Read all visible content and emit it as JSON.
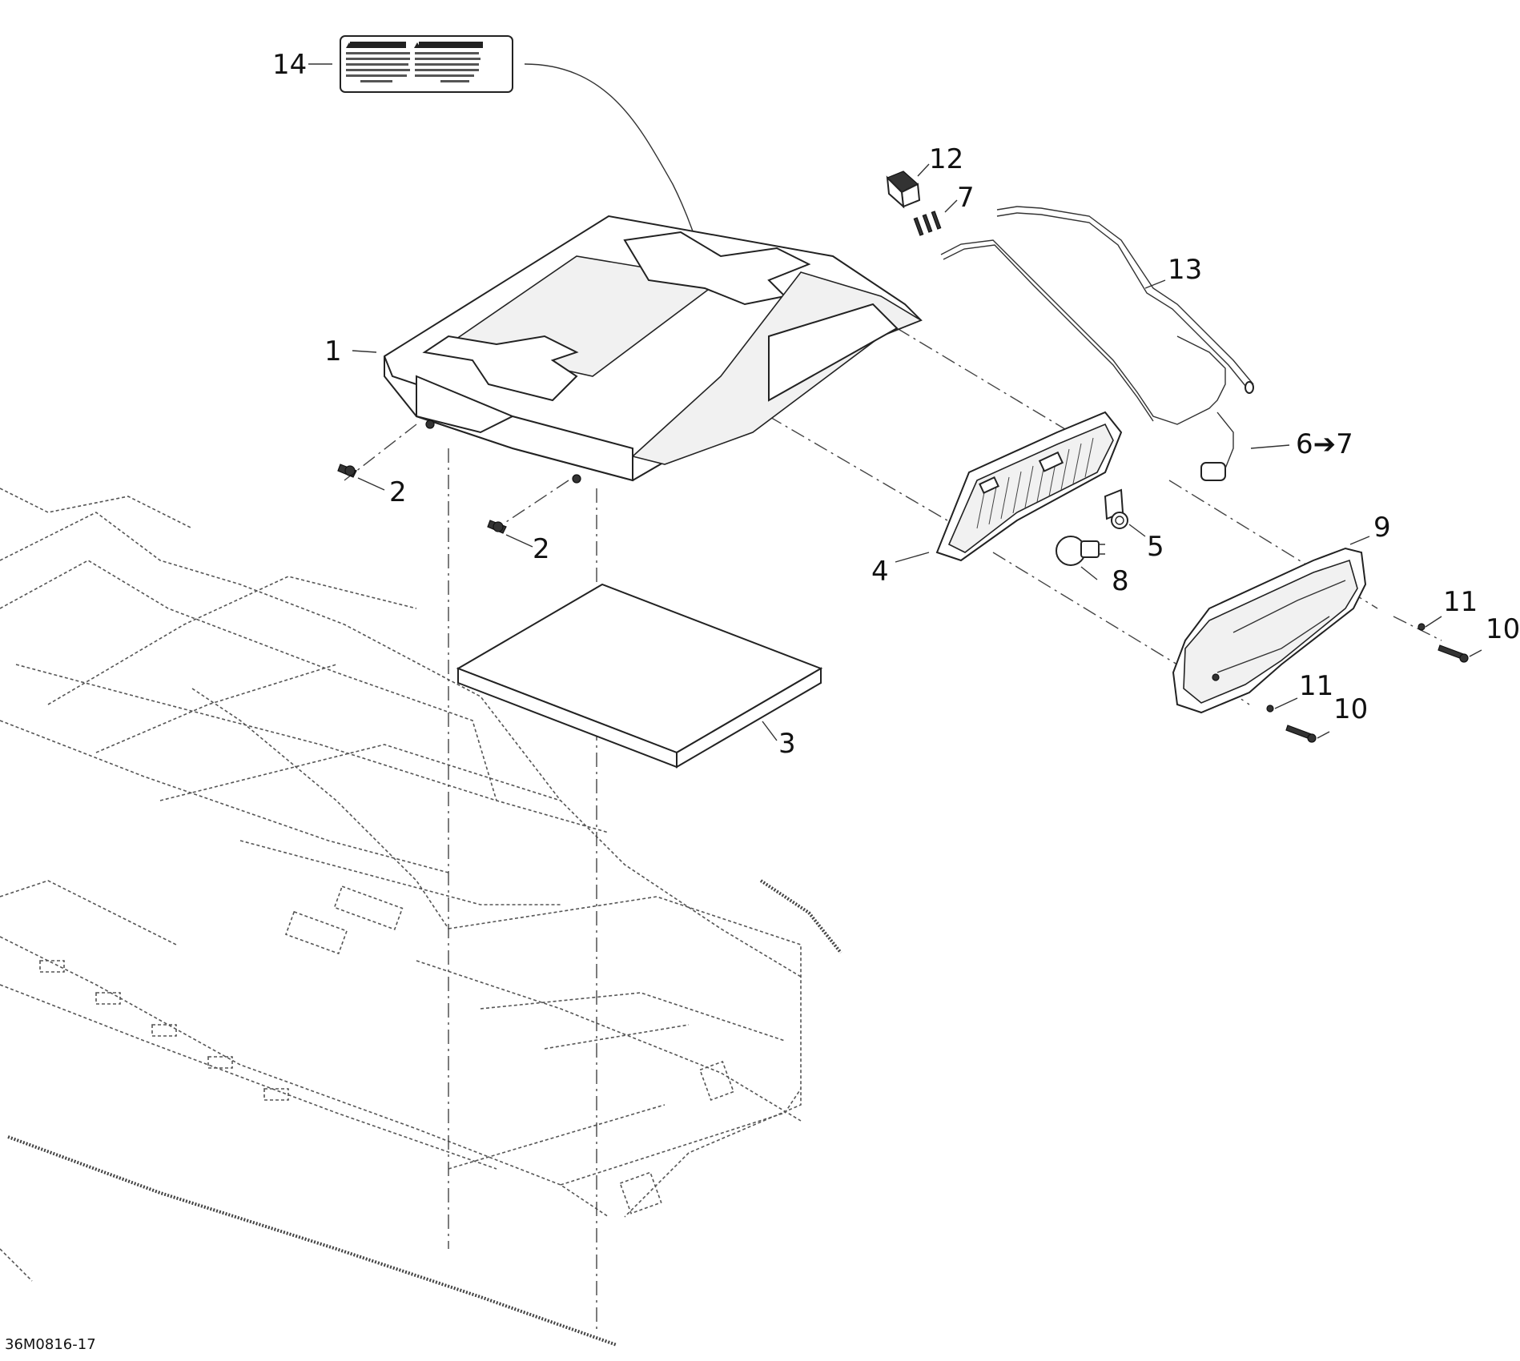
{
  "diagram": {
    "code": "36M0816-17",
    "callouts": {
      "c1": "1",
      "c2a": "2",
      "c2b": "2",
      "c3": "3",
      "c4": "4",
      "c5": "5",
      "c6": "6➔7",
      "c7": "7",
      "c8": "8",
      "c9": "9",
      "c10a": "10",
      "c10b": "10",
      "c11a": "11",
      "c11b": "11",
      "c12": "12",
      "c13": "13",
      "c14": "14"
    }
  }
}
